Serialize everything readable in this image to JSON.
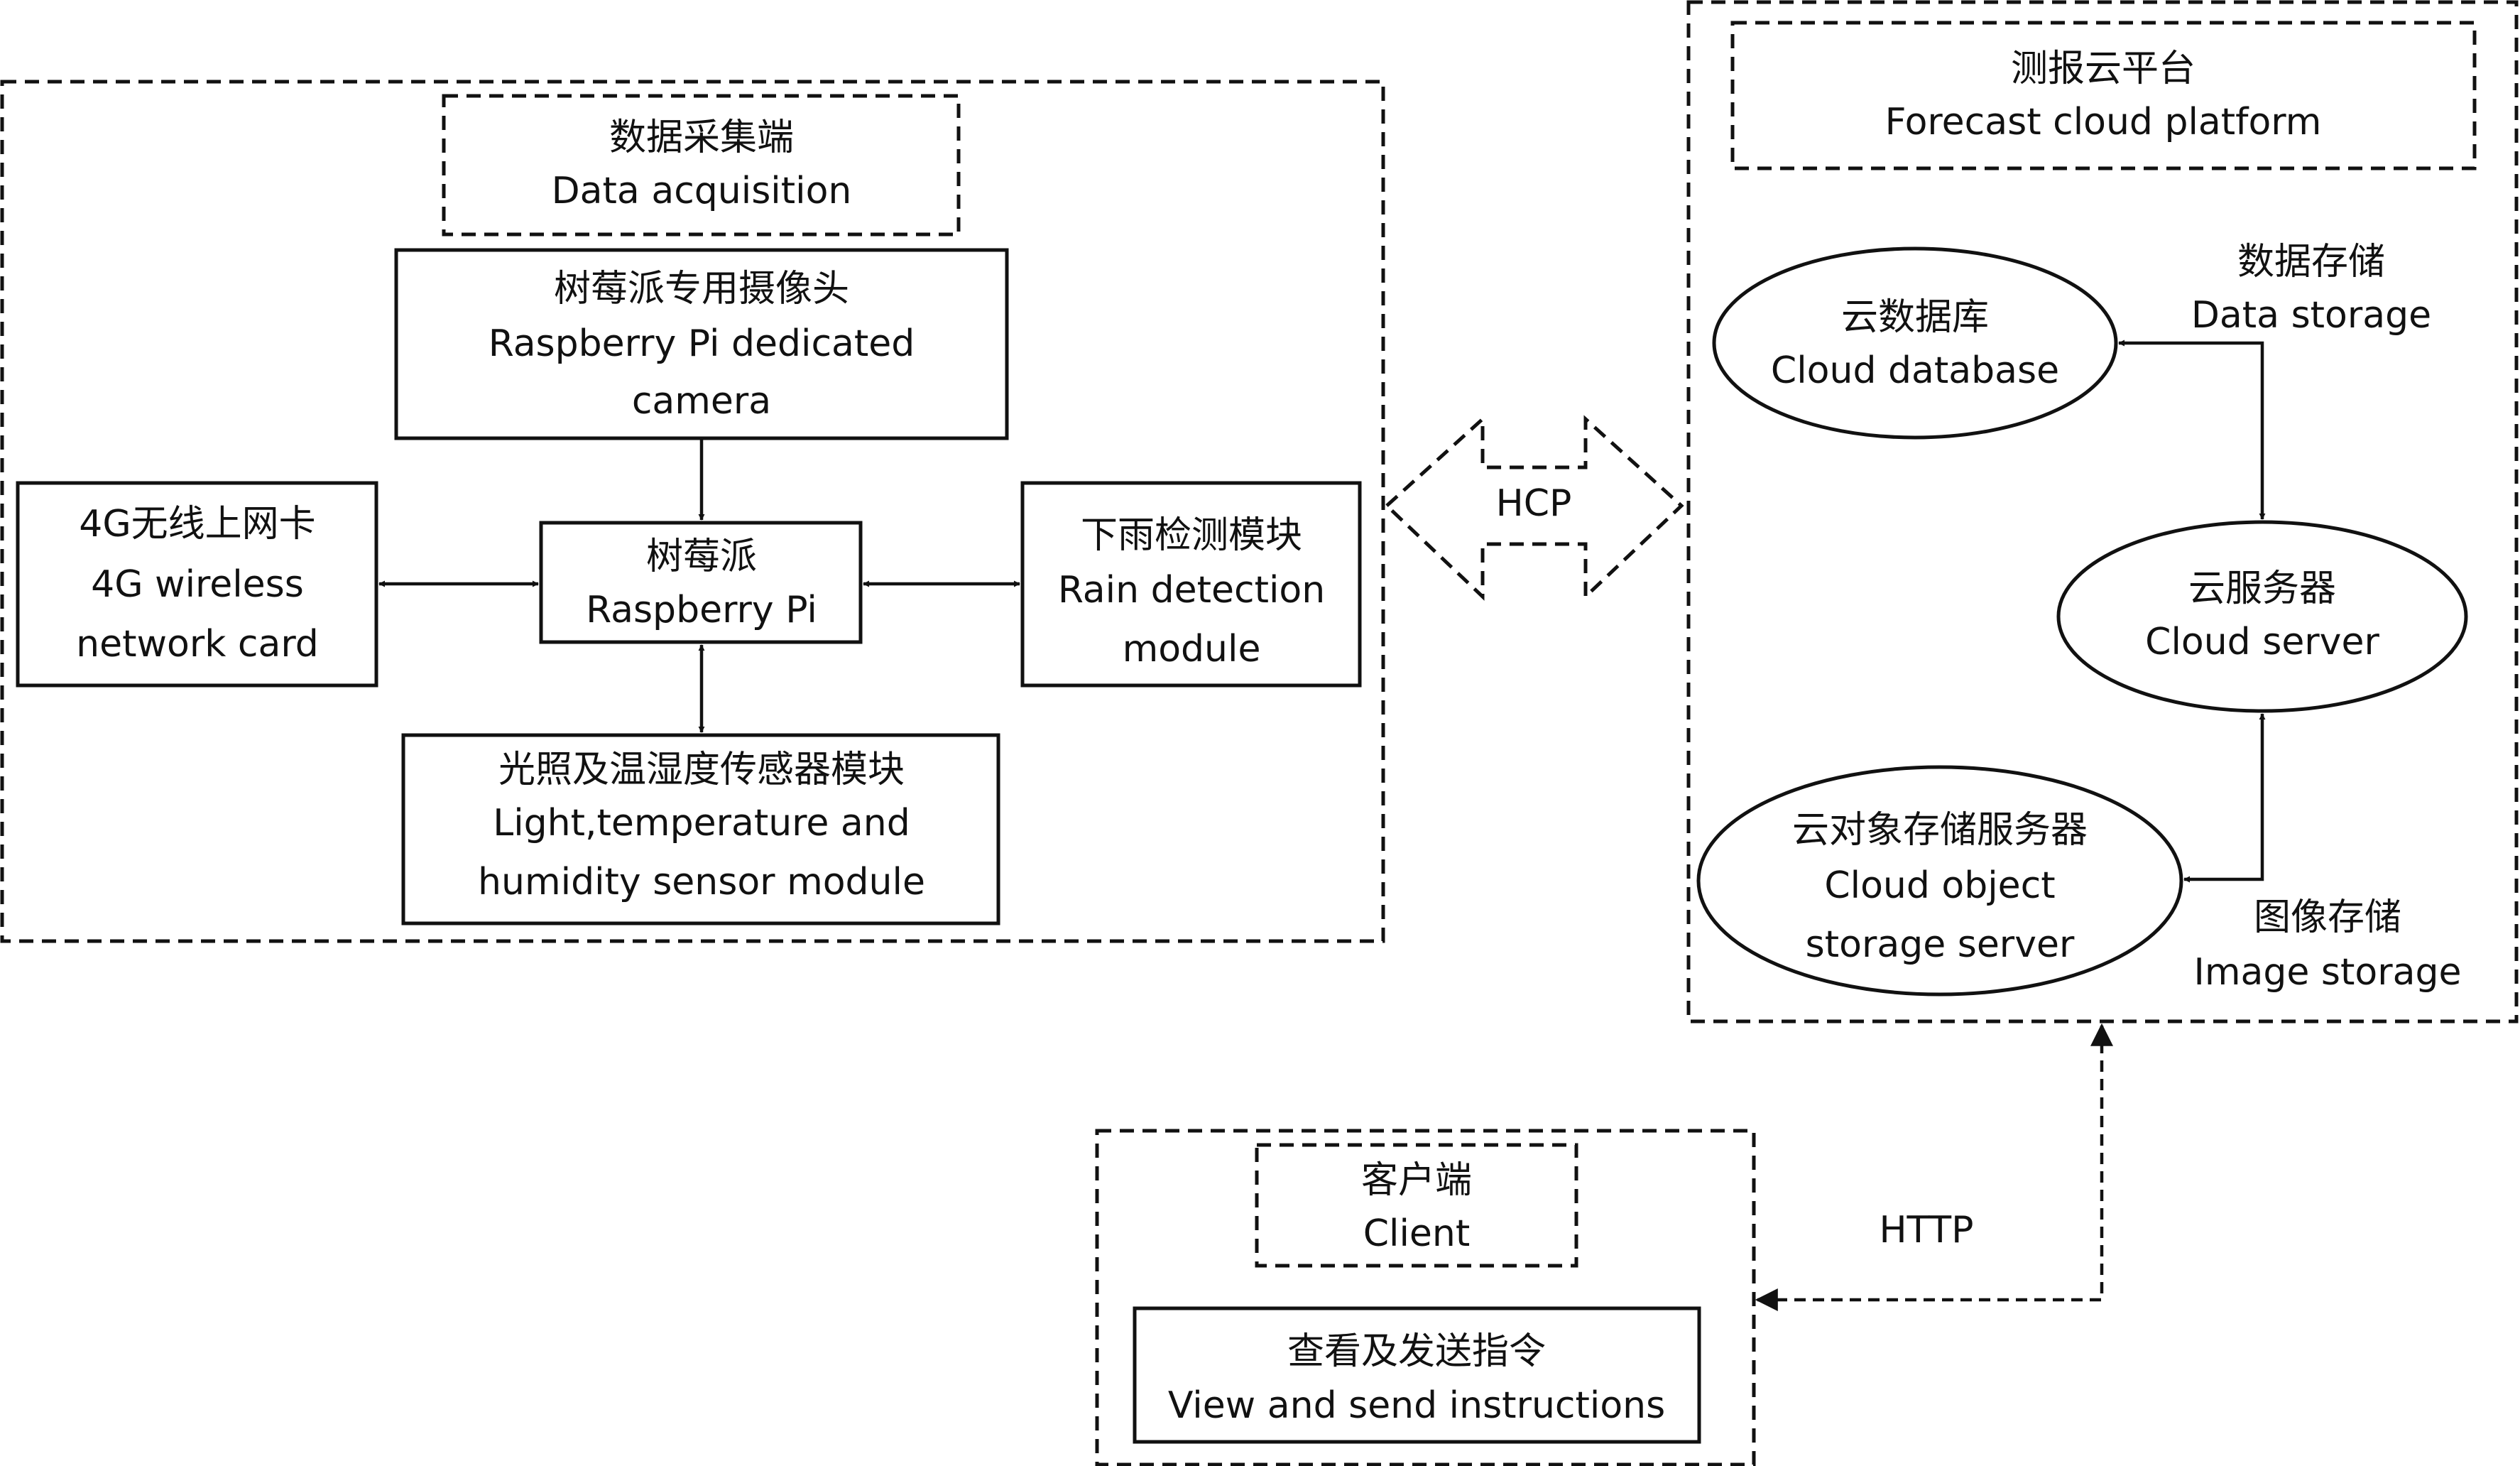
{
  "data_acquisition": {
    "title_cn": "数据采集端",
    "title_en": "Data acquisition",
    "camera": {
      "cn": "树莓派专用摄像头",
      "en1": "Raspberry Pi dedicated",
      "en2": "camera"
    },
    "pi": {
      "cn": "树莓派",
      "en": "Raspberry Pi"
    },
    "wireless": {
      "cn": "4G无线上网卡",
      "en1": "4G wireless",
      "en2": "network card"
    },
    "rain": {
      "cn": "下雨检测模块",
      "en1": "Rain detection",
      "en2": "module"
    },
    "sensor": {
      "cn": "光照及温湿度传感器模块",
      "en1": "Light,temperature and",
      "en2": "humidity sensor module"
    }
  },
  "hcp_label": "HCP",
  "cloud_platform": {
    "title_cn": "测报云平台",
    "title_en": "Forecast cloud platform",
    "database": {
      "cn": "云数据库",
      "en": "Cloud database"
    },
    "server": {
      "cn": "云服务器",
      "en": "Cloud server"
    },
    "object_storage": {
      "cn": "云对象存储服务器",
      "en1": "Cloud object",
      "en2": "storage server"
    },
    "data_storage": {
      "cn": "数据存储",
      "en": "Data storage"
    },
    "image_storage": {
      "cn": "图像存储",
      "en": "Image storage"
    }
  },
  "http_label": "HTTP",
  "client": {
    "title_cn": "客户端",
    "title_en": "Client",
    "action": {
      "cn": "查看及发送指令",
      "en": "View and send instructions"
    }
  }
}
